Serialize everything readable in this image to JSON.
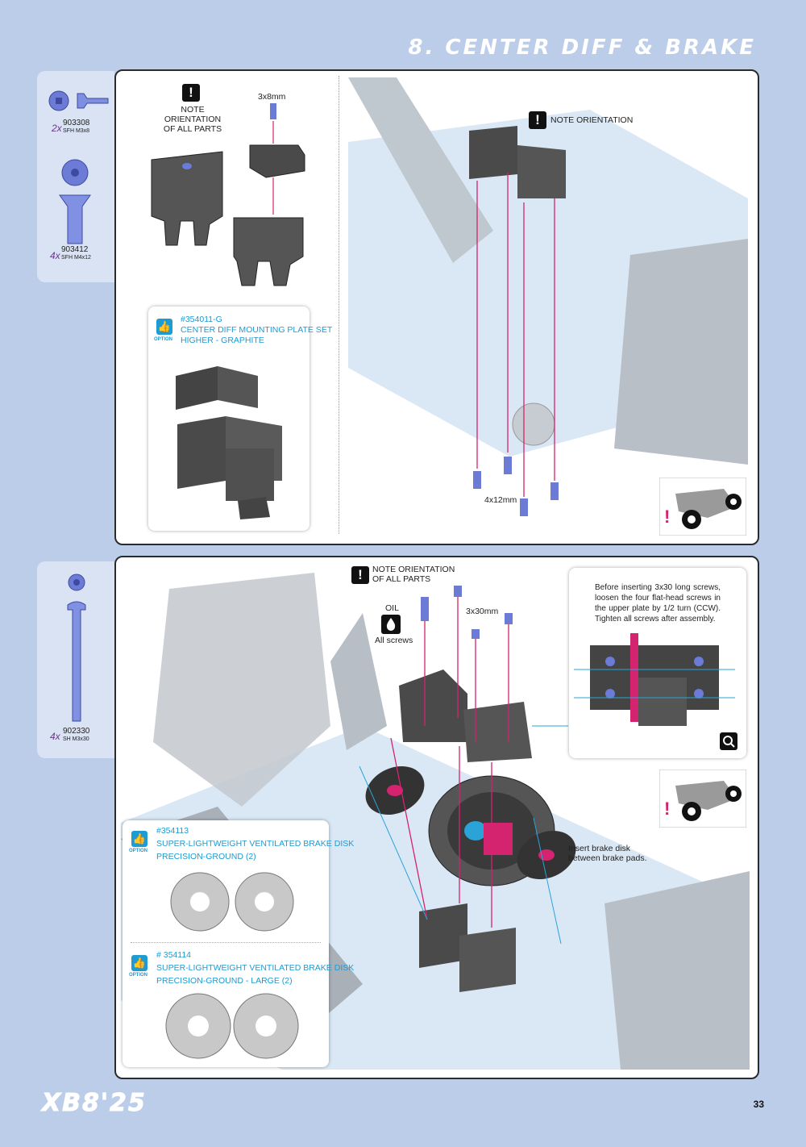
{
  "header": {
    "title": "8. CENTER DIFF & BRAKE"
  },
  "step1": {
    "parts": [
      {
        "qty": "2x",
        "number": "903308",
        "desc": "SFH M3x8"
      },
      {
        "qty": "4x",
        "number": "903412",
        "desc": "SFH M4x12"
      }
    ],
    "note_left": "NOTE ORIENTATION\nOF ALL PARTS",
    "screw_label_top": "3x8mm",
    "note_right": "NOTE ORIENTATION",
    "screw_label_bottom": "4x12mm",
    "option": {
      "tag": "OPTION",
      "number": "#354011-G",
      "line1": "CENTER DIFF MOUNTING PLATE SET",
      "line2": "HIGHER - GRAPHITE"
    }
  },
  "step2": {
    "parts": [
      {
        "qty": "4x",
        "number": "902330",
        "desc": "SH M3x30"
      }
    ],
    "note": "NOTE ORIENTATION\nOF ALL PARTS",
    "oil_label": "OIL",
    "oil_sub": "All screws",
    "screw_label": "3x30mm",
    "info_text": "Before inserting 3x30 long screws, loosen the four flat-head screws in the upper plate by 1/2 turn (CCW). Tighten all screws after assembly.",
    "brake_note": "Insert brake disk\nbetween brake pads.",
    "options": [
      {
        "tag": "OPTION",
        "number": "#354113",
        "line1": "SUPER-LIGHTWEIGHT VENTILATED BRAKE DISK",
        "line2": "PRECISION-GROUND (2)"
      },
      {
        "tag": "OPTION",
        "number": "# 354114",
        "line1": "SUPER-LIGHTWEIGHT VENTILATED BRAKE DISK",
        "line2": "PRECISION-GROUND - LARGE (2)"
      }
    ]
  },
  "footer": {
    "logo": "XB8'25",
    "page": "33"
  },
  "colors": {
    "background": "#bccde9",
    "accent": "#1d9bd2",
    "magenta": "#d4246f",
    "screw": "#6b7bd6"
  }
}
